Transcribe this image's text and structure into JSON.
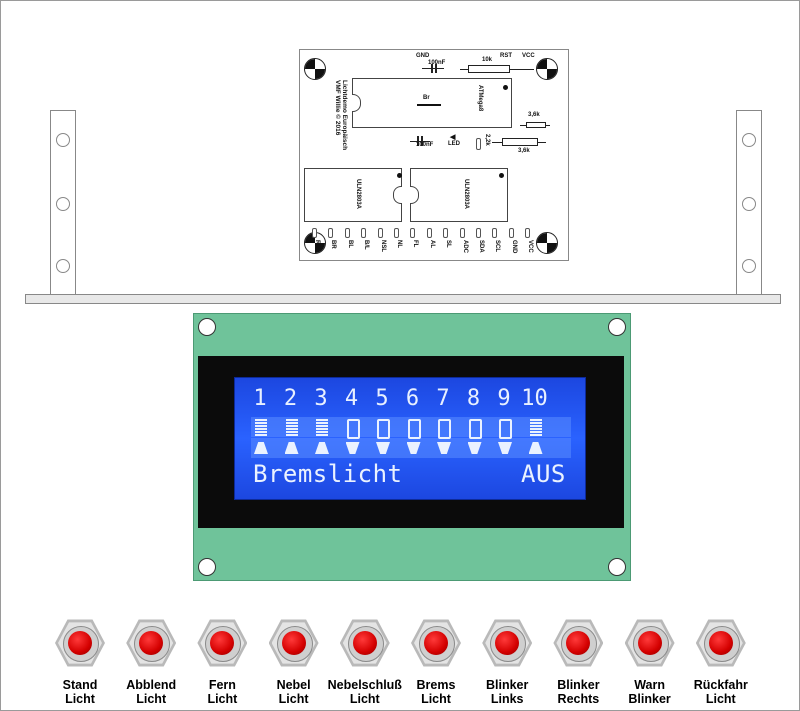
{
  "pcb": {
    "title_line1": "Lichtdemo Europäisch",
    "title_line2": "VMF Willie © 2016",
    "labels": {
      "gnd": "GND",
      "cap1": "100nF",
      "res10k": "10k",
      "rst": "RST",
      "vcc": "VCC",
      "br": "Br",
      "atmega": "ATMega8",
      "res36k_a": "3,6k",
      "res22k": "2,2k",
      "cap2": "100nF",
      "led": "LED",
      "res36k_b": "3,6k",
      "uln1": "ULN2803A",
      "uln2": "ULN2803A"
    },
    "pins": [
      "RL",
      "BR",
      "BL",
      "B/L",
      "NSL",
      "NL",
      "FL",
      "AL",
      "SL",
      "ADC",
      "SDA",
      "SCL",
      "GND",
      "VCC"
    ]
  },
  "lcd": {
    "channels": [
      "1",
      "2",
      "3",
      "4",
      "5",
      "6",
      "7",
      "8",
      "9",
      "10"
    ],
    "states": [
      "on",
      "on",
      "on",
      "off",
      "off",
      "off",
      "off",
      "off",
      "off",
      "on"
    ],
    "line2_left": "Bremslicht",
    "line2_right": "AUS",
    "backlight_color": "#2a62ff",
    "board_color": "#6fc39a"
  },
  "buttons": [
    {
      "line1": "Stand",
      "line2": "Licht"
    },
    {
      "line1": "Abblend",
      "line2": "Licht"
    },
    {
      "line1": "Fern",
      "line2": "Licht"
    },
    {
      "line1": "Nebel",
      "line2": "Licht"
    },
    {
      "line1": "Nebelschluß",
      "line2": "Licht"
    },
    {
      "line1": "Brems",
      "line2": "Licht"
    },
    {
      "line1": "Blinker",
      "line2": "Links"
    },
    {
      "line1": "Blinker",
      "line2": "Rechts"
    },
    {
      "line1": "Warn",
      "line2": "Blinker"
    },
    {
      "line1": "Rückfahr",
      "line2": "Licht"
    }
  ],
  "button_color": "#d40000"
}
